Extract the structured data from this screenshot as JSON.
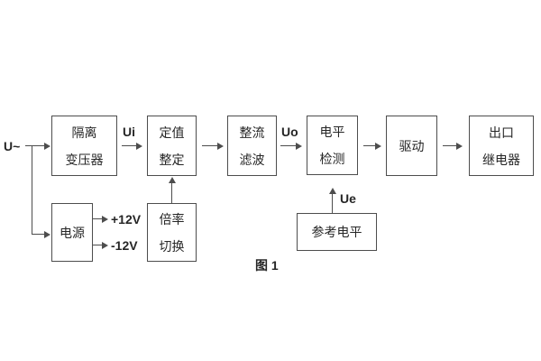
{
  "figure": {
    "type": "block-diagram",
    "caption": "图 1",
    "input_label": "U~",
    "labels": {
      "ui": "Ui",
      "uo": "Uo",
      "ue": "Ue",
      "plus12": "+12V",
      "minus12": "-12V"
    },
    "blocks": {
      "isolation_transformer": {
        "line1": "隔离",
        "line2": "变压器"
      },
      "setting": {
        "line1": "定值",
        "line2": "整定"
      },
      "rectify_filter": {
        "line1": "整流",
        "line2": "滤波"
      },
      "level_detect": {
        "line1": "电平",
        "line2": "检测"
      },
      "drive": {
        "line1": "驱动"
      },
      "output_relay": {
        "line1": "出口",
        "line2": "继电器"
      },
      "power_supply": {
        "line1": "电源"
      },
      "ratio_switch": {
        "line1": "倍率",
        "line2": "切换"
      },
      "reference_level": {
        "line1": "参考电平"
      }
    },
    "colors": {
      "line": "#4d4d4d",
      "text": "#262626",
      "background": "#ffffff"
    }
  }
}
